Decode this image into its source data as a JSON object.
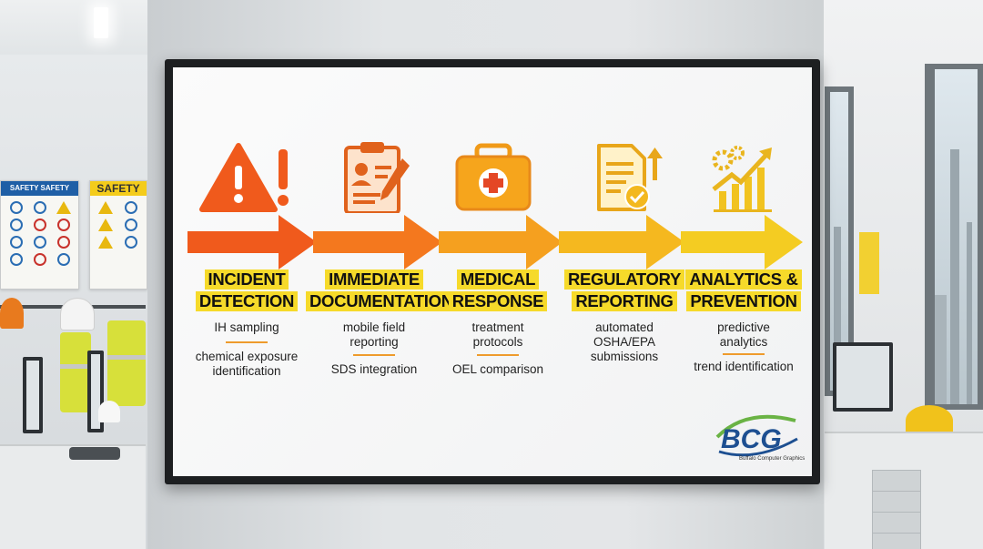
{
  "steps": [
    {
      "title_lines": [
        "INCIDENT",
        "DETECTION"
      ],
      "details": [
        "IH sampling",
        "chemical exposure\nidentification"
      ],
      "color": "#f05a1c",
      "icon": "warning-icon"
    },
    {
      "title_lines": [
        "IMMEDIATE",
        "DOCUMENTATION"
      ],
      "details": [
        "mobile field\nreporting",
        "SDS integration"
      ],
      "color": "#f4781e",
      "icon": "clipboard-icon"
    },
    {
      "title_lines": [
        "MEDICAL",
        "RESPONSE"
      ],
      "details": [
        "treatment\nprotocols",
        "OEL comparison"
      ],
      "color": "#f5a01f",
      "icon": "medical-kit-icon"
    },
    {
      "title_lines": [
        "REGULATORY",
        "REPORTING"
      ],
      "details": [
        "automated\nOSHA/EPA\nsubmissions"
      ],
      "color": "#f5b81f",
      "icon": "document-check-icon"
    },
    {
      "title_lines": [
        "ANALYTICS &",
        "PREVENTION"
      ],
      "details": [
        "predictive\nanalytics",
        "trend identification"
      ],
      "color": "#f4cc22",
      "icon": "analytics-icon"
    }
  ],
  "logo": {
    "mark": "BCG",
    "tagline": "Buffalo Computer Graphics"
  },
  "background": {
    "poster_left_header": "SAFETY SAFETY",
    "poster_right_header": "SAFETY"
  },
  "colors": {
    "badge": "#f6da2a",
    "separator": "#ee9b2c",
    "tv_frame": "#1d1f21"
  }
}
